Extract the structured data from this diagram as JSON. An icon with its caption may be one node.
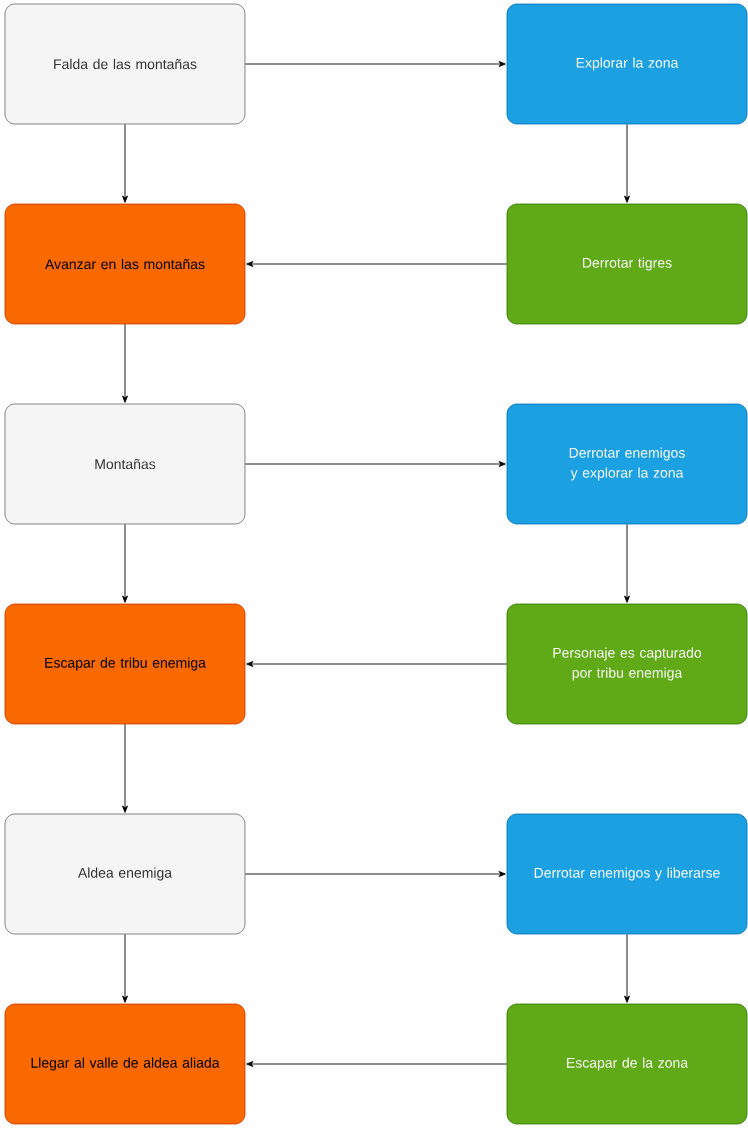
{
  "diagram": {
    "nodes": [
      {
        "text": [
          "Falda de las montañas"
        ]
      },
      {
        "text": [
          "Explorar la zona"
        ]
      },
      {
        "text": [
          "Avanzar en las montañas"
        ]
      },
      {
        "text": [
          "Derrotar tigres"
        ]
      },
      {
        "text": [
          "Montañas"
        ]
      },
      {
        "text": [
          "Derrotar enemigos y explorar la zona"
        ]
      },
      {
        "text": [
          "Escapar de tribu enemiga"
        ]
      },
      {
        "text": [
          "Personaje es capturado por tribu enemiga"
        ]
      },
      {
        "text": [
          "Aldea enemiga"
        ]
      },
      {
        "text": [
          "Derrotar enemigos y liberarse"
        ]
      },
      {
        "text": [
          "Llegar al valle de aldea aliada"
        ]
      },
      {
        "text": [
          "Escapar de la zona"
        ]
      }
    ],
    "edges": [
      {
        "from": 0,
        "to": 1,
        "arrow": "to"
      },
      {
        "from": 0,
        "to": 2,
        "arrow": "to"
      },
      {
        "from": 1,
        "to": 3,
        "arrow": "to"
      },
      {
        "from": 3,
        "to": 2,
        "arrow": "to"
      },
      {
        "from": 2,
        "to": 4,
        "arrow": "to"
      },
      {
        "from": 4,
        "to": 5,
        "arrow": "to"
      },
      {
        "from": 4,
        "to": 6,
        "arrow": "to"
      },
      {
        "from": 5,
        "to": 7,
        "arrow": "to"
      },
      {
        "from": 7,
        "to": 6,
        "arrow": "to"
      },
      {
        "from": 6,
        "to": 8,
        "arrow": "to"
      },
      {
        "from": 8,
        "to": 9,
        "arrow": "to"
      },
      {
        "from": 8,
        "to": 10,
        "arrow": "to"
      },
      {
        "from": 9,
        "to": 11,
        "arrow": "to"
      },
      {
        "from": 11,
        "to": 10,
        "arrow": "to"
      }
    ]
  }
}
